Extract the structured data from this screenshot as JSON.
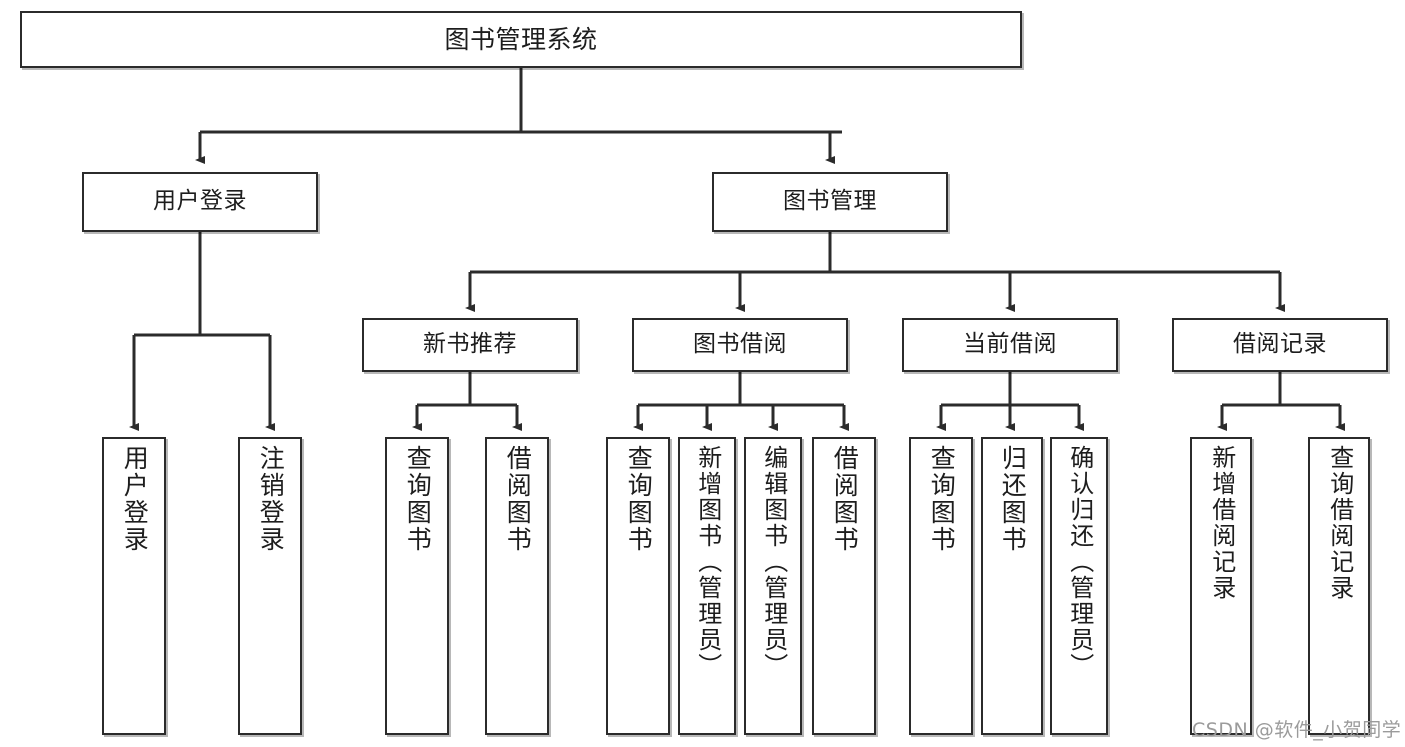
{
  "diagram": {
    "title": "图书管理系统",
    "root": {
      "label": "图书管理系统"
    },
    "level2": [
      {
        "label": "用户登录"
      },
      {
        "label": "图书管理"
      }
    ],
    "level3": [
      {
        "label": "新书推荐"
      },
      {
        "label": "图书借阅"
      },
      {
        "label": "当前借阅"
      },
      {
        "label": "借阅记录"
      }
    ],
    "leaves": {
      "user_login": [
        {
          "label": "用户登录"
        },
        {
          "label": "注销登录"
        }
      ],
      "new_book_recommend": [
        {
          "label": "查询图书"
        },
        {
          "label": "借阅图书"
        }
      ],
      "book_borrow": [
        {
          "label": "查询图书"
        },
        {
          "label": "新增图书（管理员）"
        },
        {
          "label": "编辑图书（管理员）"
        },
        {
          "label": "借阅图书"
        }
      ],
      "current_borrow": [
        {
          "label": "查询图书"
        },
        {
          "label": "归还图书"
        },
        {
          "label": "确认归还（管理员）"
        }
      ],
      "borrow_record": [
        {
          "label": "新增借阅记录"
        },
        {
          "label": "查询借阅记录"
        }
      ]
    }
  },
  "watermark": {
    "text": "CSDN @软件_小贺同学"
  },
  "colors": {
    "box_border": "#2b2b2b",
    "box_fill": "#ffffff",
    "line": "#2b2b2b",
    "text": "#1d1d1d",
    "watermark": "#9b9b9b"
  }
}
